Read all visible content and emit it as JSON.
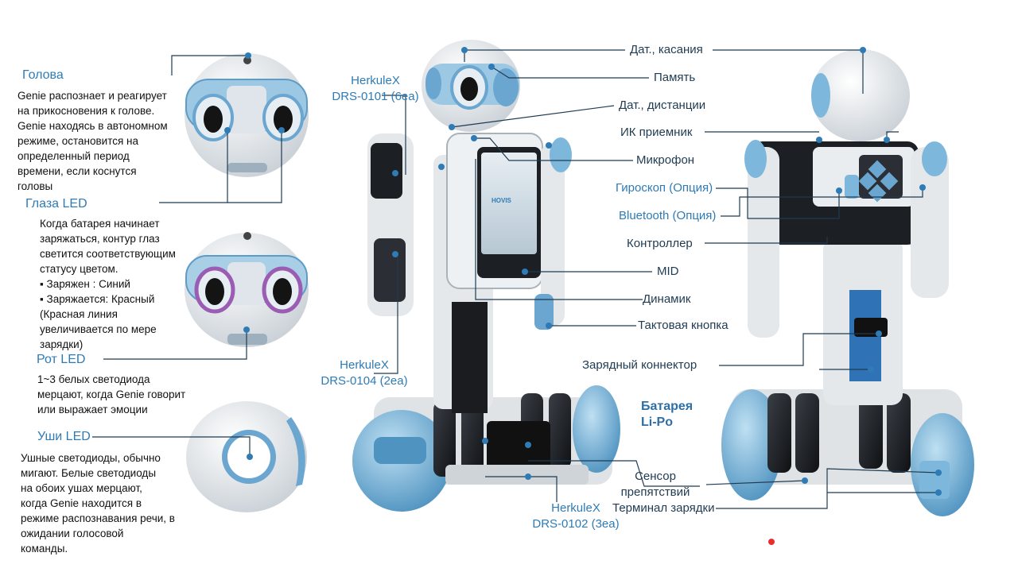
{
  "left_panel": {
    "head": {
      "title": "Голова",
      "lines": [
        "Genie распознает и реагирует",
        "на прикосновения к голове.",
        "Genie находясь в автономном",
        " режиме, остановится на",
        "определенный период",
        "времени, если коснутся",
        "головы"
      ]
    },
    "eyes": {
      "title": "Глаза LED",
      "lines": [
        "Когда батарея начинает",
        "заряжаться, контур глаз",
        "светится соответствующим",
        "статусу цветом.",
        "▪ Заряжен : Синий",
        "▪ Заряжается: Красный",
        "(Красная линия",
        "увеличивается по мере",
        "зарядки)"
      ]
    },
    "mouth": {
      "title": "Рот LED",
      "lines": [
        "1~3 белых светодиода",
        "мерцают, когда Genie  говорит",
        "или выражает эмоции"
      ]
    },
    "ears": {
      "title": "Уши LED",
      "lines": [
        "Ушные светодиоды, обычно",
        "мигают. Белые светодиоды",
        "на обоих ушах мерцают,",
        "когда Genie находится в",
        "режиме распознавания речи, в",
        "ожидании голосовой",
        "команды."
      ]
    }
  },
  "servo_labels": {
    "top": [
      "HerkuleX",
      "DRS-0101 (6ea)"
    ],
    "middle": [
      "HerkuleX",
      "DRS-0104 (2ea)"
    ],
    "bottom": [
      "HerkuleX",
      "DRS-0102 (3ea)"
    ]
  },
  "right_labels": {
    "touch": "Дат., касания",
    "memory": "Память",
    "distance": "Дат., дистанции",
    "ir": "ИК приемник",
    "mic": "Микрофон",
    "gyro": "Гироскоп (Опция)",
    "bluetooth": "Bluetooth (Опция)",
    "controller": "Контроллер",
    "mid": "MID",
    "speaker": "Динамик",
    "tact": "Тактовая кнопка",
    "charge_connector": "Зарядный коннектор",
    "battery": [
      "Батарея",
      "Li-Po"
    ],
    "obstacle": [
      "Сенсор",
      "препятствий"
    ],
    "charge_terminal": "Терминал зарядки"
  },
  "screen_brand": "HOVIS",
  "colors": {
    "accent": "#2e7bb5",
    "line": "#1f3b52",
    "robot_blue": "#7db8dc",
    "robot_white": "#e9edf0",
    "robot_dark": "#1c1f24"
  }
}
